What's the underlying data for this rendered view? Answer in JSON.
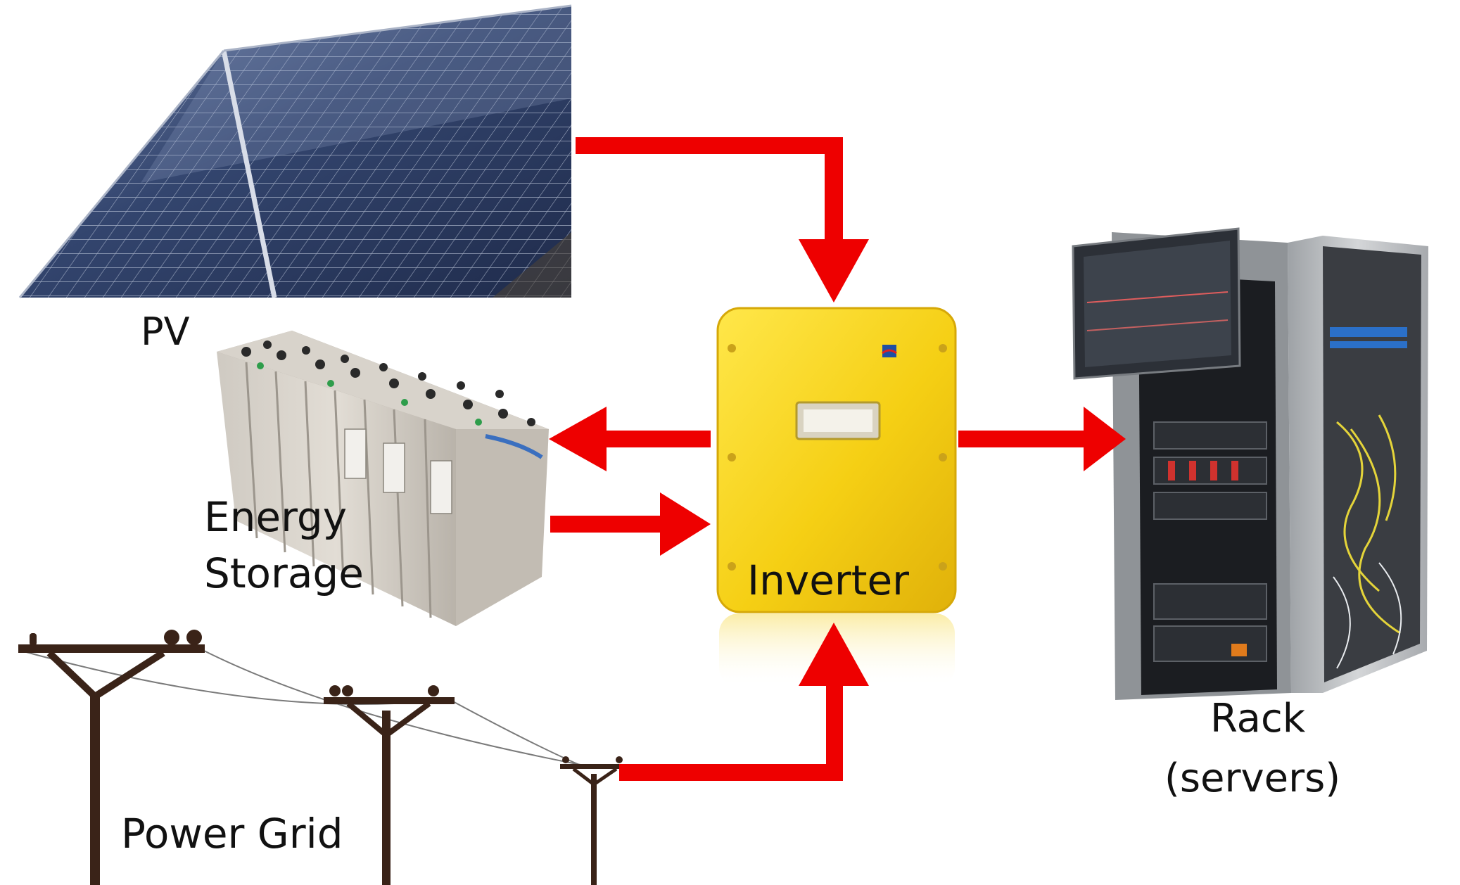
{
  "labels": {
    "pv": "PV",
    "energy_storage_line1": "Energy",
    "energy_storage_line2": "Storage",
    "inverter": "Inverter",
    "rack_line1": "Rack",
    "rack_line2": "(servers)",
    "power_grid": "Power Grid"
  },
  "colors": {
    "arrow": "#ee0000",
    "inverter_body": "#f6d21a",
    "panel_cell": "#2d3b63",
    "pole": "#3a2318",
    "rack_frame": "#b9bcc0"
  },
  "icons": {
    "pv": "solar-panel-photo",
    "storage": "battery-bank-photo",
    "inverter": "inverter-unit-photo",
    "rack": "server-rack-photo",
    "grid": "utility-poles-drawing"
  }
}
